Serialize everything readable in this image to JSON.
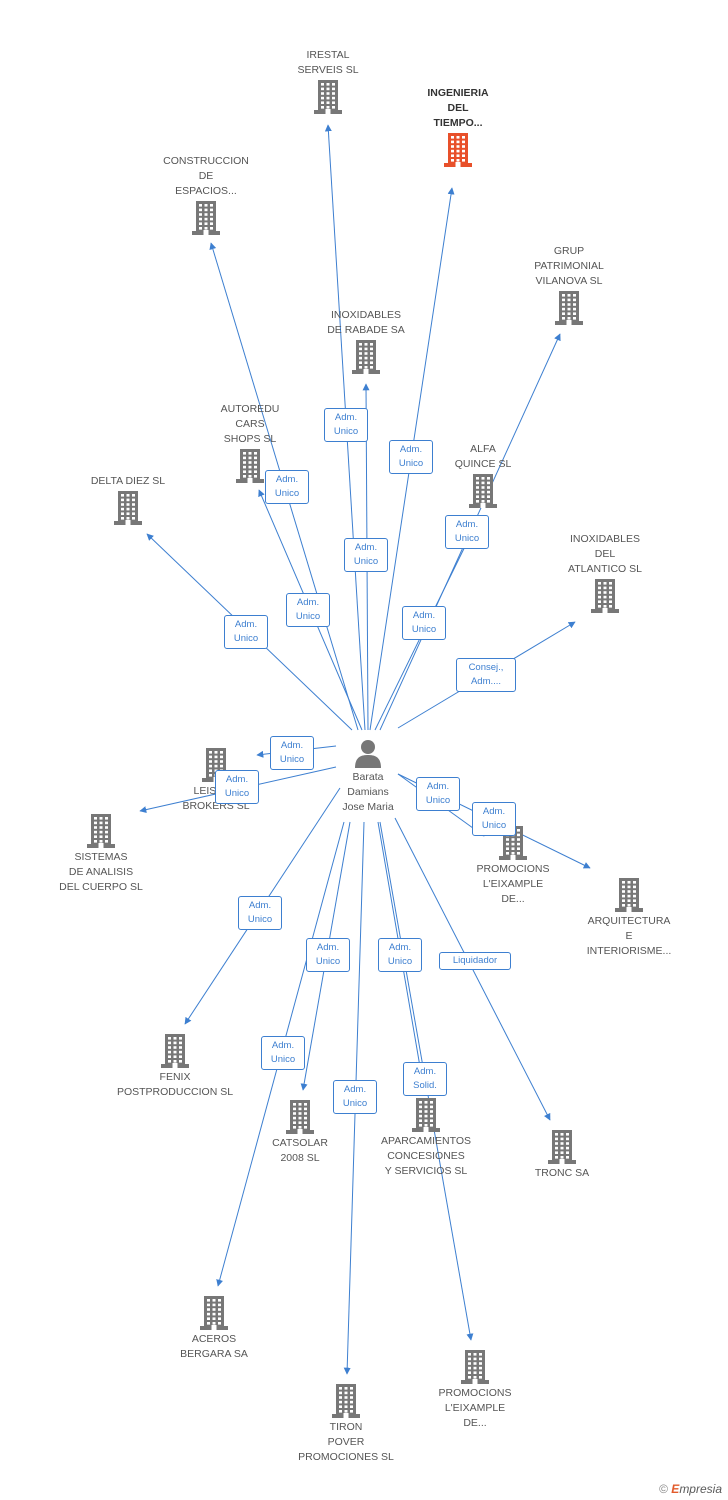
{
  "center": {
    "name": "Barata\nDamians\nJose Maria",
    "icon": "person-icon"
  },
  "colors": {
    "node": "#777777",
    "highlight": "#e8502a",
    "edge": "#3d7fd0"
  },
  "nodes": [
    {
      "id": "irestal",
      "name": "IRESTAL\nSERVEIS SL"
    },
    {
      "id": "ingenieria",
      "name": "INGENIERIA\nDEL\nTIEMPO...",
      "highlight": true
    },
    {
      "id": "construccion",
      "name": "CONSTRUCCION\nDE\nESPACIOS..."
    },
    {
      "id": "grup",
      "name": "GRUP\nPATRIMONIAL\nVILANOVA SL"
    },
    {
      "id": "inox-rabade",
      "name": "INOXIDABLES\nDE RABADE SA"
    },
    {
      "id": "autoredu",
      "name": "AUTOREDU\nCARS\nSHOPS SL"
    },
    {
      "id": "alfa",
      "name": "ALFA\nQUINCE SL"
    },
    {
      "id": "delta",
      "name": "DELTA DIEZ SL"
    },
    {
      "id": "inox-atlantico",
      "name": "INOXIDABLES\nDEL\nATLANTICO SL"
    },
    {
      "id": "leisure",
      "name": "LEISURE\nBROKERS SL"
    },
    {
      "id": "sistemas",
      "name": "SISTEMAS\nDE ANALISIS\nDEL CUERPO SL"
    },
    {
      "id": "promo1",
      "name": "PROMOCIONS\nL'EIXAMPLE\nDE..."
    },
    {
      "id": "arquitectura",
      "name": "ARQUITECTURA\nE\nINTERIORISME..."
    },
    {
      "id": "fenix",
      "name": "FENIX\nPOSTPRODUCCION SL"
    },
    {
      "id": "catsolar",
      "name": "CATSOLAR\n2008 SL"
    },
    {
      "id": "aparcamientos",
      "name": "APARCAMIENTOS\nCONCESIONES\nY SERVICIOS SL"
    },
    {
      "id": "tronc",
      "name": "TRONC SA"
    },
    {
      "id": "aceros",
      "name": "ACEROS\nBERGARA SA"
    },
    {
      "id": "tiron",
      "name": "TIRON\nPOVER\nPROMOCIONES SL"
    },
    {
      "id": "promo2",
      "name": "PROMOCIONS\nL'EIXAMPLE\nDE..."
    }
  ],
  "relations": [
    {
      "to": "irestal",
      "label": "Adm.\nUnico"
    },
    {
      "to": "ingenieria",
      "label": "Adm.\nUnico"
    },
    {
      "to": "construccion",
      "label": "Adm.\nUnico"
    },
    {
      "to": "grup",
      "label": "Adm.\nUnico"
    },
    {
      "to": "inox-rabade",
      "label": "Adm.\nUnico"
    },
    {
      "to": "autoredu",
      "label": "Adm.\nUnico"
    },
    {
      "to": "alfa",
      "label": "Adm.\nUnico"
    },
    {
      "to": "delta",
      "label": "Adm.\nUnico"
    },
    {
      "to": "inox-atlantico",
      "label": "Consej.,\nAdm...."
    },
    {
      "to": "leisure",
      "label": "Adm.\nUnico"
    },
    {
      "to": "sistemas",
      "label": "Adm.\nUnico"
    },
    {
      "to": "promo1",
      "label": "Adm.\nUnico"
    },
    {
      "to": "arquitectura",
      "label": "Adm.\nUnico"
    },
    {
      "to": "fenix",
      "label": "Adm.\nUnico"
    },
    {
      "to": "catsolar",
      "label": "Adm.\nUnico"
    },
    {
      "to": "aparcamientos",
      "label": "Adm.\nUnico"
    },
    {
      "to": "tronc",
      "label": "Liquidador"
    },
    {
      "to": "aceros",
      "label": "Adm.\nUnico"
    },
    {
      "to": "tiron",
      "label": "Adm.\nUnico"
    },
    {
      "to": "promo2",
      "label": "Adm.\nSolid."
    }
  ],
  "brand": {
    "copyright": "©",
    "e": "E",
    "rest": "mpresia"
  }
}
